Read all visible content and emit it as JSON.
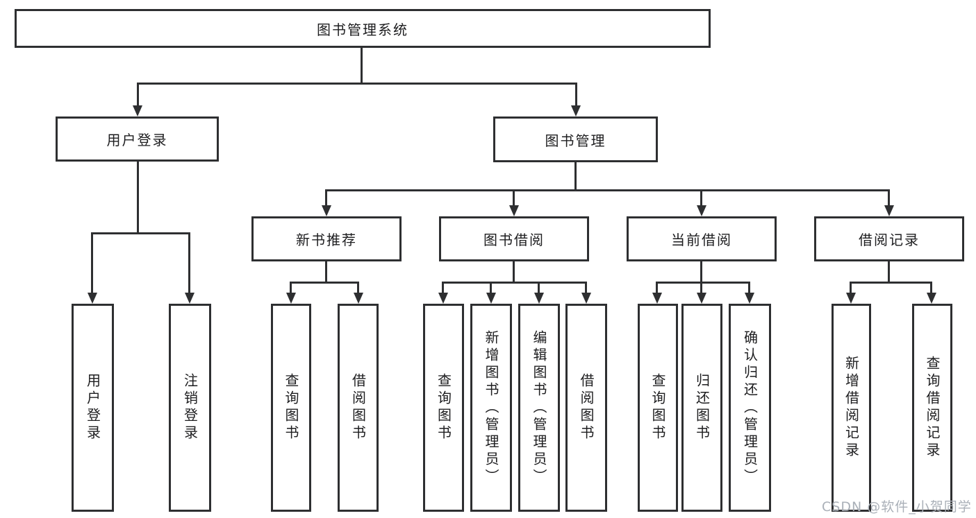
{
  "diagram": {
    "root": {
      "label": "图书管理系统"
    },
    "branches": {
      "user_login": {
        "label": "用户登录",
        "children": [
          "用户登录",
          "注销登录"
        ]
      },
      "book_management": {
        "label": "图书管理",
        "sections": {
          "new_book_recommend": {
            "label": "新书推荐",
            "children": [
              "查询图书",
              "借阅图书"
            ]
          },
          "book_borrow": {
            "label": "图书借阅",
            "children": [
              "查询图书",
              "新增图书（管理员）",
              "编辑图书（管理员）",
              "借阅图书"
            ]
          },
          "current_borrow": {
            "label": "当前借阅",
            "children": [
              "查询图书",
              "归还图书",
              "确认归还（管理员）"
            ]
          },
          "borrow_records": {
            "label": "借阅记录",
            "children": [
              "新增借阅记录",
              "查询借阅记录"
            ]
          }
        }
      }
    }
  },
  "colors": {
    "line": "#2e2f31",
    "text": "#1d1d1f",
    "watermark": "#aab0b8",
    "background": "#ffffff"
  },
  "watermark": {
    "text": "CSDN @软件_小贺同学"
  }
}
